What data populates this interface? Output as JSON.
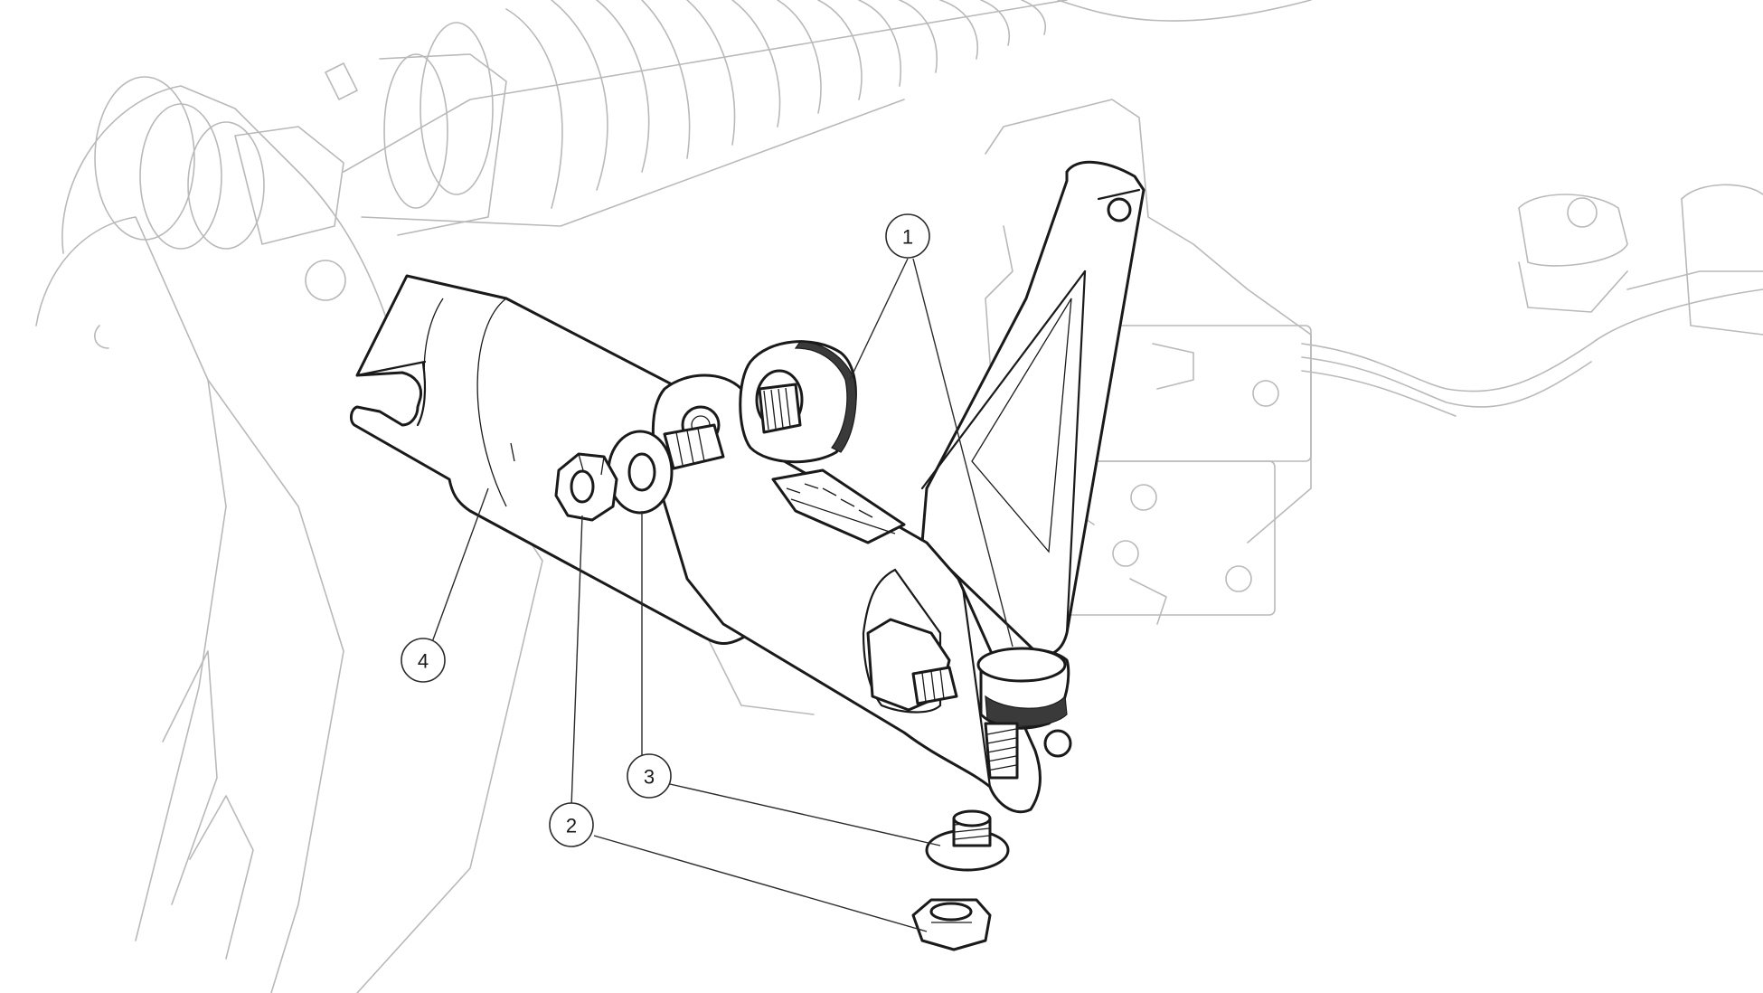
{
  "callouts": [
    {
      "id": "1",
      "label": "1"
    },
    {
      "id": "2",
      "label": "2"
    },
    {
      "id": "3",
      "label": "3"
    },
    {
      "id": "4",
      "label": "4"
    }
  ],
  "colors": {
    "ghost_line": "#b9b9b9",
    "part_line": "#1a1a1a",
    "background": "#ffffff"
  }
}
